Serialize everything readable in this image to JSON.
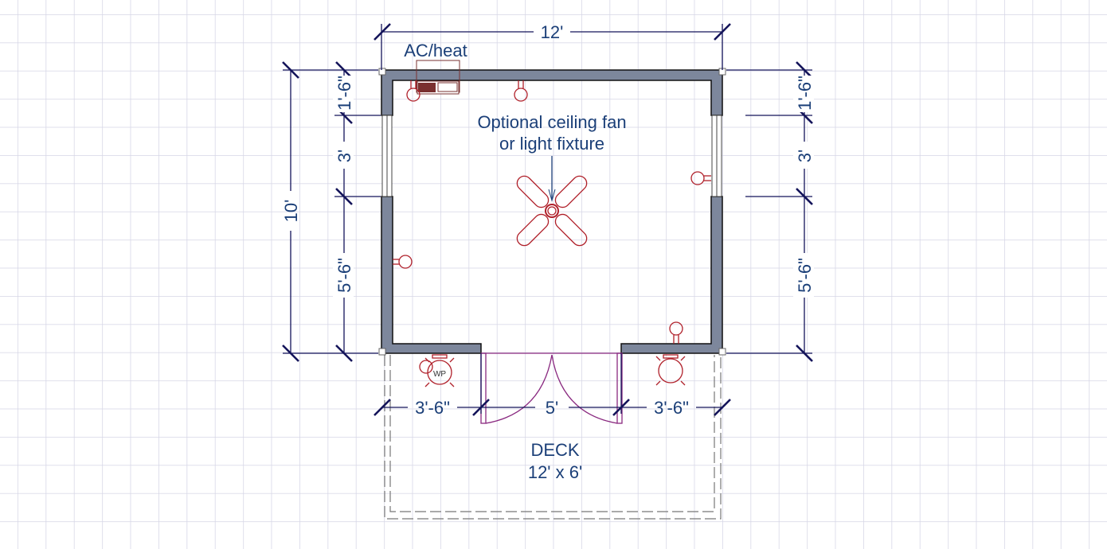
{
  "title_labels": {
    "ac_heat": "AC/heat",
    "fan_note_line1": "Optional ceiling fan",
    "fan_note_line2": "or light fixture",
    "deck_line1": "DECK",
    "deck_line2": "12' x 6'",
    "wp": "WP"
  },
  "dimensions": {
    "top_width": "12'",
    "left_total": "10'",
    "left_seg1": "1'-6\"",
    "left_seg2": "3'",
    "left_seg3": "5'-6\"",
    "right_seg1": "1'-6\"",
    "right_seg2": "3'",
    "right_seg3": "5'-6\"",
    "bottom_left": "3'-6\"",
    "bottom_door": "5'",
    "bottom_right": "3'-6\""
  },
  "colors": {
    "wall": "#7d879c",
    "dimension": "#14145a",
    "text": "#1b3f78",
    "electrical": "#b0202a",
    "grid": "#d6d6e6"
  }
}
